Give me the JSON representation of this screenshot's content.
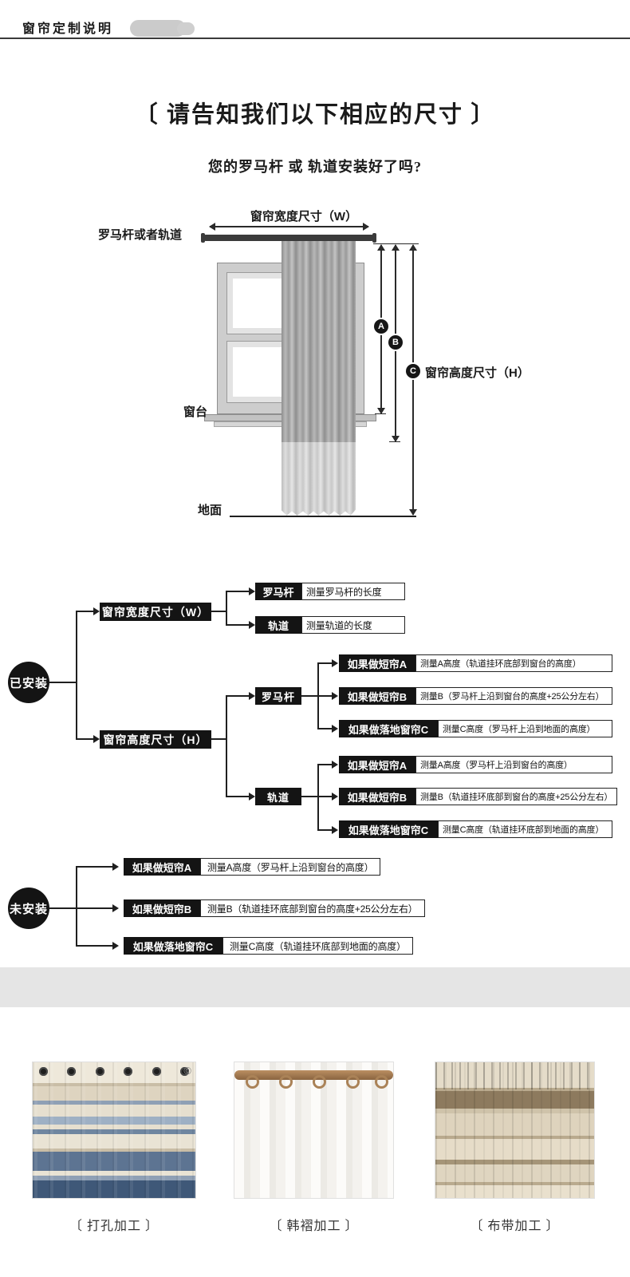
{
  "page": {
    "header": "窗帘定制说明",
    "title": "〔 请告知我们以下相应的尺寸 〕",
    "subtitle": "您的罗马杆 或 轨道安装好了吗?"
  },
  "colors": {
    "flow_box": "#141414",
    "line": "#1f1f1f",
    "band": "#e5e5e5"
  },
  "diagram": {
    "width_label": "窗帘宽度尺寸（W）",
    "rod_label": "罗马杆或者轨道",
    "height_label": "窗帘高度尺寸（H）",
    "sill_label": "窗台",
    "floor_label": "地面",
    "markers": {
      "a": "A",
      "b": "B",
      "c": "C"
    }
  },
  "flowchart": {
    "installed": {
      "label": "已安装",
      "width": {
        "label": "窗帘宽度尺寸（W）",
        "branches": [
          {
            "label": "罗马杆",
            "desc": "测量罗马杆的长度"
          },
          {
            "label": "轨道",
            "desc": "测量轨道的长度"
          }
        ]
      },
      "height": {
        "label": "窗帘高度尺寸（H）",
        "branches": [
          {
            "label": "罗马杆",
            "rows": [
              {
                "label": "如果做短帘A",
                "desc": "测量A高度（轨道挂环底部到窗台的高度）"
              },
              {
                "label": "如果做短帘B",
                "desc": "测量B（罗马杆上沿到窗台的高度+25公分左右）"
              },
              {
                "label": "如果做落地窗帘C",
                "desc": "测量C高度（罗马杆上沿到地面的高度）"
              }
            ]
          },
          {
            "label": "轨道",
            "rows": [
              {
                "label": "如果做短帘A",
                "desc": "测量A高度（罗马杆上沿到窗台的高度）"
              },
              {
                "label": "如果做短帘B",
                "desc": "测量B（轨道挂环底部到窗台的高度+25公分左右）"
              },
              {
                "label": "如果做落地窗帘C",
                "desc": "测量C高度（轨道挂环底部到地面的高度）"
              }
            ]
          }
        ]
      }
    },
    "not_installed": {
      "label": "未安装",
      "rows": [
        {
          "label": "如果做短帘A",
          "desc": "测量A高度（罗马杆上沿到窗台的高度）"
        },
        {
          "label": "如果做短帘B",
          "desc": "测量B（轨道挂环底部到窗台的高度+25公分左右）"
        },
        {
          "label": "如果做落地窗帘C",
          "desc": "测量C高度（轨道挂环底部到地面的高度）"
        }
      ]
    }
  },
  "gallery": {
    "watermark": "©",
    "items": [
      {
        "caption": "〔 打孔加工 〕"
      },
      {
        "caption": "〔 韩褶加工 〕"
      },
      {
        "caption": "〔 布带加工 〕"
      }
    ]
  }
}
